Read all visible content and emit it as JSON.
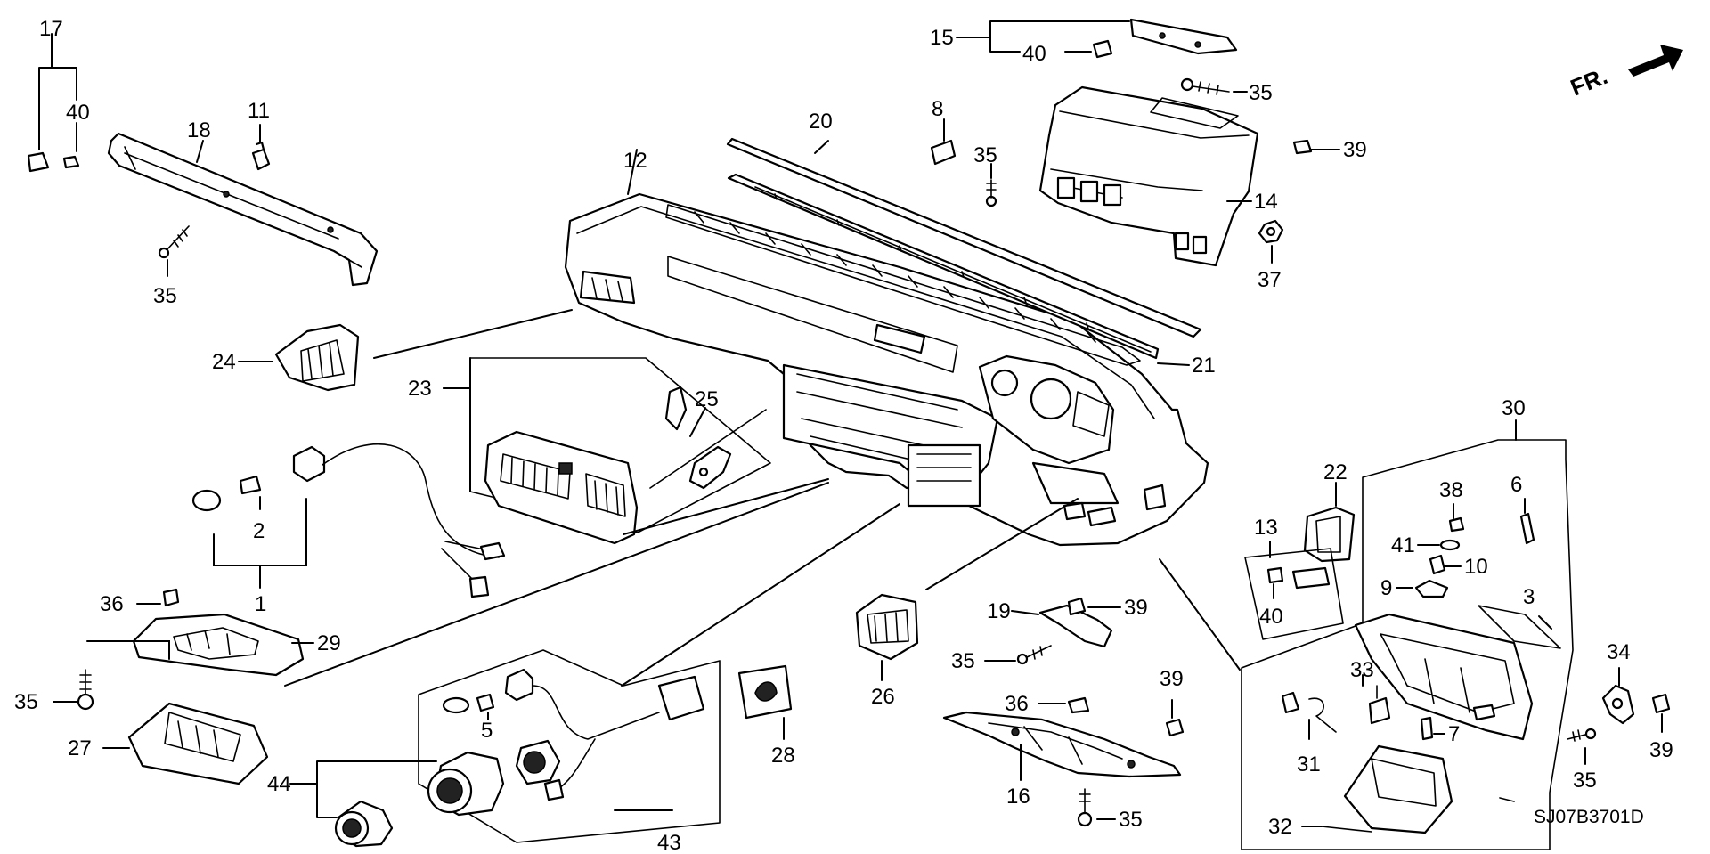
{
  "diagram": {
    "code": "SJ07B3701D",
    "direction_label": "FR.",
    "callouts": {
      "c1": "1",
      "c2": "2",
      "c3": "3",
      "c5": "5",
      "c6": "6",
      "c7": "7",
      "c8": "8",
      "c9": "9",
      "c10": "10",
      "c11": "11",
      "c12": "12",
      "c13": "13",
      "c14": "14",
      "c15": "15",
      "c16": "16",
      "c17": "17",
      "c18": "18",
      "c19": "19",
      "c20": "20",
      "c21": "21",
      "c22": "22",
      "c23": "23",
      "c24": "24",
      "c25": "25",
      "c26": "26",
      "c27": "27",
      "c28": "28",
      "c29": "29",
      "c30": "30",
      "c31": "31",
      "c32": "32",
      "c33": "33",
      "c34": "34",
      "c35": "35",
      "c36": "36",
      "c37": "37",
      "c38": "38",
      "c39": "39",
      "c40": "40",
      "c41": "41",
      "c43": "43",
      "c44": "44"
    }
  }
}
